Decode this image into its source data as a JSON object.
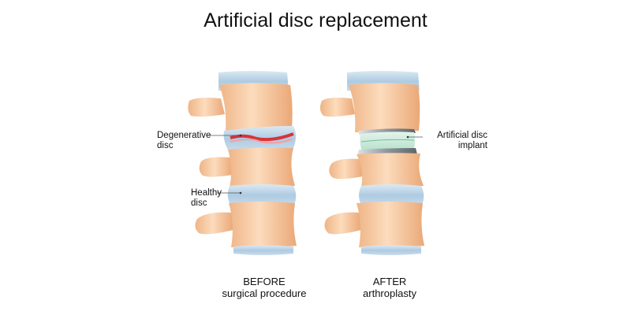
{
  "title": "Artificial disc replacement",
  "labels": {
    "degenerative": {
      "line1": "Degenerative",
      "line2": "disc"
    },
    "healthy": {
      "line1": "Healthy",
      "line2": "disc"
    },
    "implant": {
      "line1": "Artificial disc",
      "line2": "implant"
    }
  },
  "captions": {
    "before": {
      "line1": "BEFORE",
      "line2": "surgical procedure"
    },
    "after": {
      "line1": "AFTER",
      "line2": "arthroplasty"
    }
  },
  "colors": {
    "vertebra": "#f7c9a0",
    "vertebra_shade": "#eaa877",
    "disc": "#b9d3e6",
    "degeneration": "#d8333a",
    "implant_core": "#c9ead8",
    "implant_plate": "#9aa0a6"
  }
}
